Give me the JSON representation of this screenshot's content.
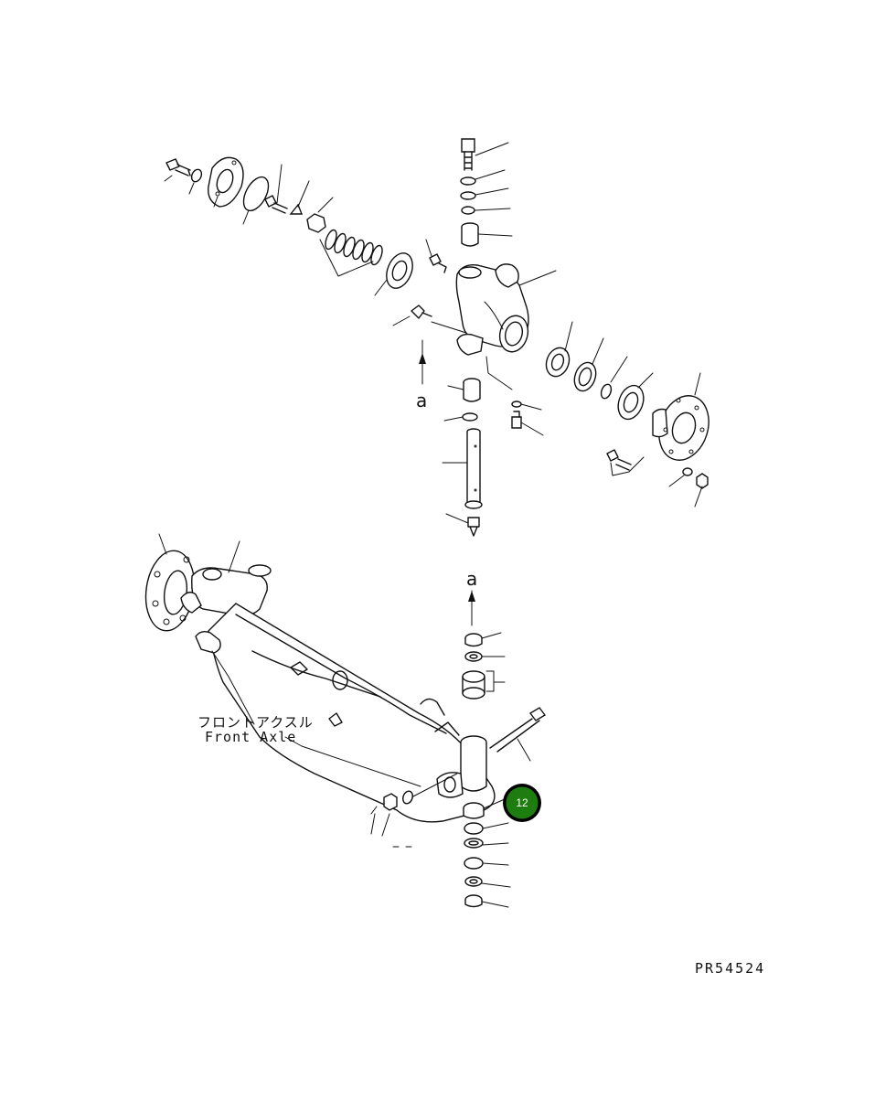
{
  "labels": {
    "axle_jp": "フロントアクスル",
    "axle_en": "Front Axle",
    "view_a_top": "a",
    "view_a_bottom": "a",
    "drawing_number": "PR54524"
  },
  "callout": {
    "number": "12",
    "fill": "#1e7d0f",
    "ring": "#000000"
  }
}
